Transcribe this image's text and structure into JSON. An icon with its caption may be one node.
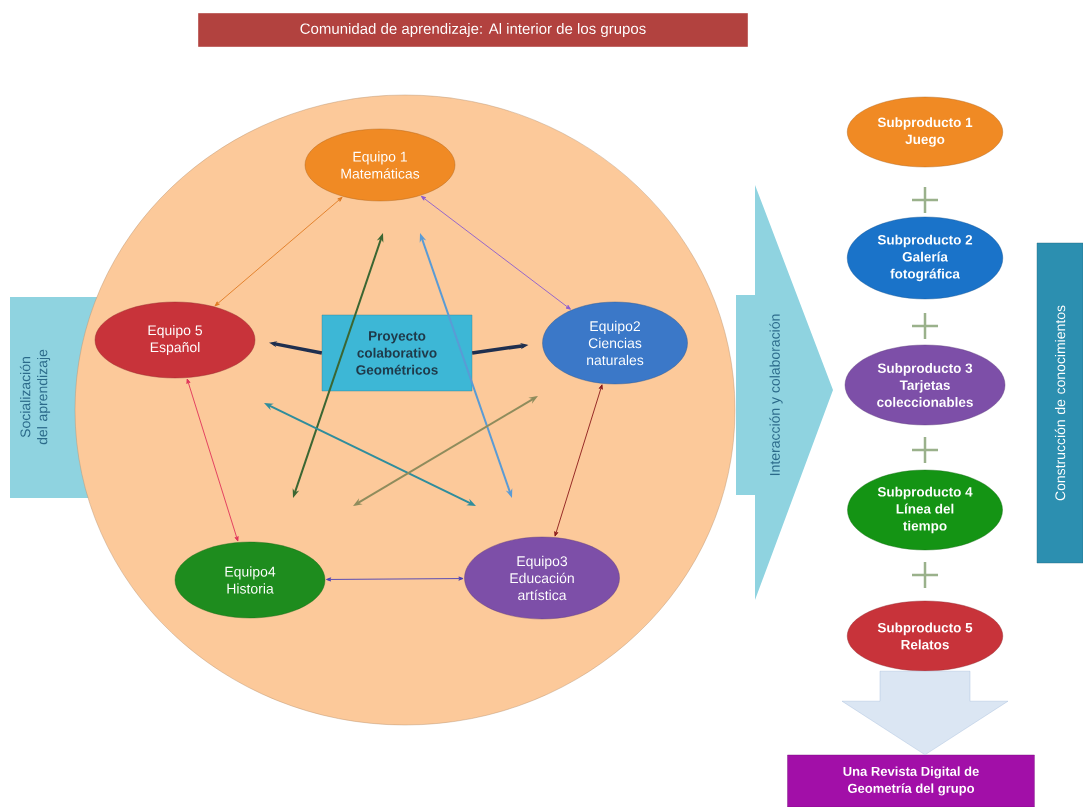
{
  "diagram": {
    "title": "Comunidad de aprendizaje: Al interior de los grupos",
    "nodes": [
      {
        "text": [],
        "shape": "circle"
      },
      {
        "text": [
          "Equipo 1 Matemáticas"
        ],
        "in": 0
      },
      {
        "text": [
          "Equipo 5 Español"
        ],
        "in": 0
      },
      {
        "text": [
          "Proyecto colaborativo Geométricos"
        ],
        "in": 0
      },
      {
        "text": [
          "Equipo2 Ciencias naturales"
        ],
        "in": 0
      },
      {
        "text": [
          "Equipo4 Historia"
        ],
        "in": 0
      },
      {
        "text": [
          "Equipo3 Educación artística"
        ],
        "in": 0
      },
      {
        "text": [
          "Socialización del aprendizaje"
        ]
      },
      {
        "text": [
          "Interacción y colaboración"
        ]
      },
      {
        "text": [
          "Subproducto 1 Juego"
        ]
      },
      {
        "text": [
          "Subproducto 2 Galería fotográfica"
        ]
      },
      {
        "text": [
          "Subproducto 3 Tarjetas coleccionables"
        ]
      },
      {
        "text": [
          "Subproducto 4 Línea del tiempo"
        ]
      },
      {
        "text": [
          "Subproducto 5 Relatos"
        ]
      },
      {
        "text": [
          "Construcción de conocimientos"
        ]
      },
      {
        "text": [
          "Una Revista Digital de Geometría del grupo"
        ]
      }
    ],
    "edges": [
      {
        "from": 3,
        "to": 2,
        "arrow": "to",
        "style": "thick",
        "color": "#1f2f4f"
      },
      {
        "from": 3,
        "to": 4,
        "arrow": "to",
        "style": "thick",
        "color": "#1f2f4f"
      },
      {
        "from": 1,
        "to": 2,
        "arrow": "both",
        "color": "#e07b22"
      },
      {
        "from": 1,
        "to": 4,
        "arrow": "both",
        "color": "#8a5bd0"
      },
      {
        "from": 2,
        "to": 5,
        "arrow": "both",
        "color": "#e0335a"
      },
      {
        "from": 4,
        "to": 6,
        "arrow": "both",
        "color": "#8b1a1a"
      },
      {
        "from": 5,
        "to": 6,
        "arrow": "both",
        "color": "#4a3fb5"
      },
      {
        "from": 13,
        "to": 15,
        "arrow": "to",
        "style": "thick",
        "color": "#dbe6f3"
      }
    ]
  }
}
